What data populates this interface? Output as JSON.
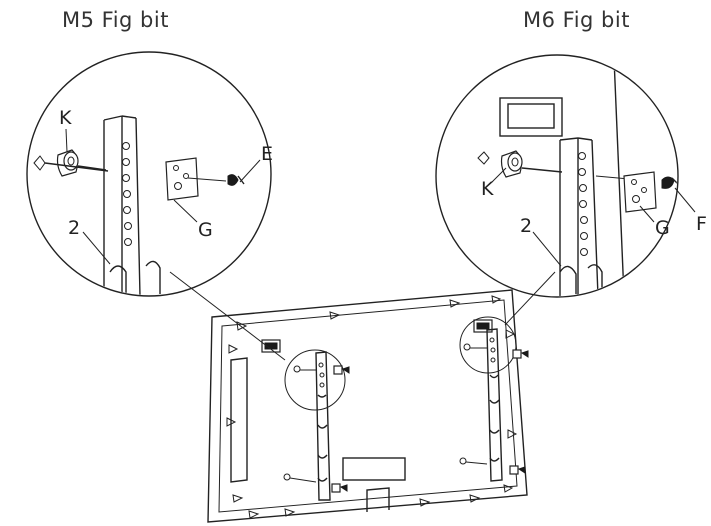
{
  "headings": {
    "left": "M5 Fig bit",
    "right": "M6 Fig bit"
  },
  "labels": {
    "left_detail": {
      "k": "K",
      "e": "E",
      "two": "2",
      "g": "G"
    },
    "right_detail": {
      "k": "K",
      "f": "F",
      "two": "2",
      "g": "G"
    }
  }
}
